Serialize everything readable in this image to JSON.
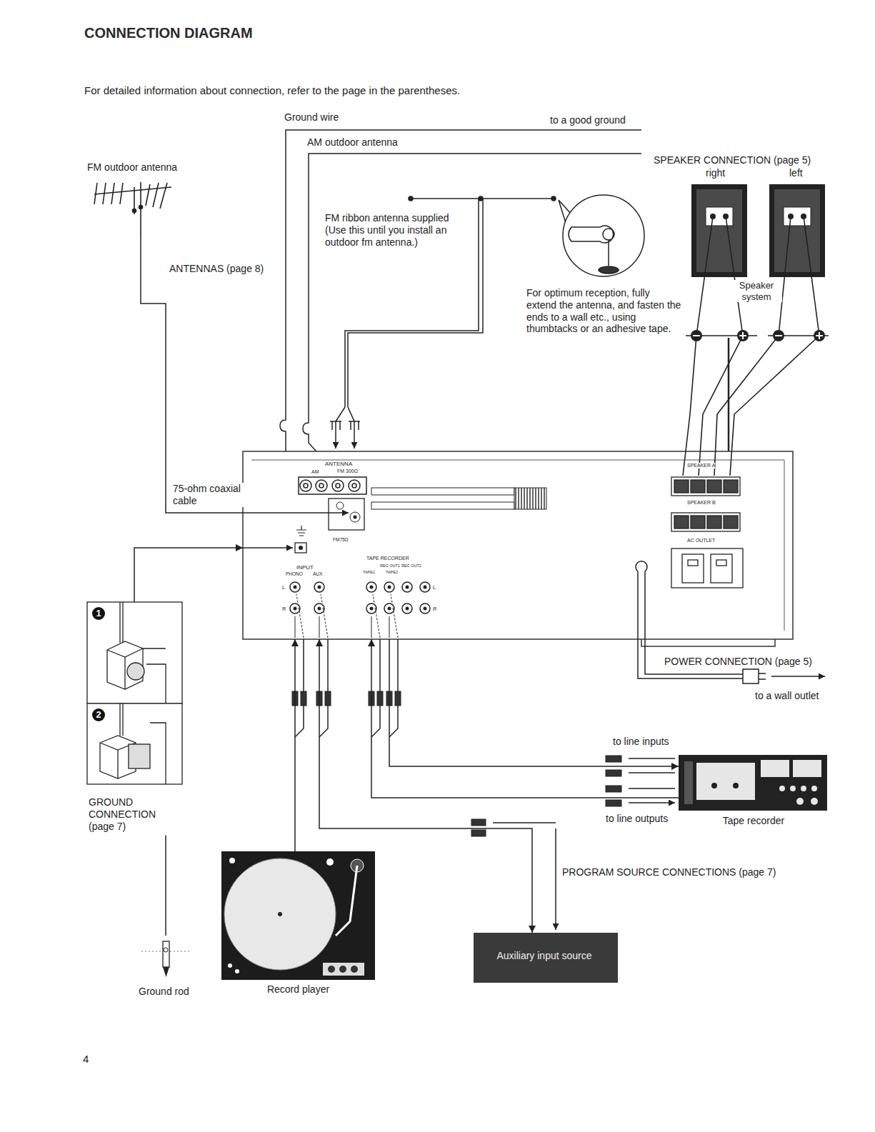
{
  "diagram": {
    "title": "CONNECTION DIAGRAM",
    "nodes": [
      {
        "text": [
          "ANTENNA",
          "AM",
          "FM 300Ω",
          "FM75Ω",
          "INPUT",
          "PHONO",
          "AUX",
          "L",
          "R",
          "TAPE RECORDER",
          "REC OUT1",
          "REC OUT2",
          "TAPE1",
          "TAPE2",
          "L",
          "R",
          "SPEAKER A",
          "SPEAKER B",
          "AC OUTLET"
        ]
      },
      {
        "text": [
          "FM outdoor antenna"
        ]
      },
      {
        "text": [
          "SPEAKER CONNECTION (page 5)",
          "right",
          "left",
          "Speaker system"
        ]
      },
      {
        "text": [
          "1",
          "2",
          "GROUND CONNECTION (page 7)"
        ]
      },
      {
        "text": [
          "Ground rod"
        ]
      },
      {
        "text": [
          "Record player"
        ]
      },
      {
        "text": [
          "Tape recorder"
        ]
      },
      {
        "text": [
          "Auxiliary input source"
        ]
      }
    ],
    "edges": [
      {
        "from": 1,
        "to": 0,
        "arrow": "none",
        "label": "75-ohm coaxial cable"
      },
      {
        "from": 2,
        "to": 0,
        "arrow": "none"
      },
      {
        "from": 4,
        "to": 3,
        "arrow": "none"
      },
      {
        "from": 3,
        "to": 0,
        "arrow": "to"
      },
      {
        "from": 5,
        "to": 0,
        "arrow": "to"
      },
      {
        "from": 7,
        "to": 0,
        "arrow": "both"
      },
      {
        "from": 0,
        "to": 6,
        "arrow": "to",
        "label": "to line inputs"
      },
      {
        "from": 6,
        "to": 0,
        "arrow": "to",
        "label": "to line outputs"
      }
    ],
    "labels": [
      "For detailed information about connection, refer to the page in the parentheses.",
      "Ground wire",
      "to a good ground",
      "AM outdoor antenna",
      "ANTENNAS (page 8)",
      "FM ribbon antenna supplied (Use this until you install an outdoor fm antenna.)",
      "For optimum reception, fully extend the antenna, and fasten the ends to a wall etc., using thumbtacks or an adhesive tape.",
      "POWER CONNECTION (page 5)",
      "to a wall outlet",
      "PROGRAM SOURCE CONNECTIONS (page 7)",
      "4"
    ]
  }
}
